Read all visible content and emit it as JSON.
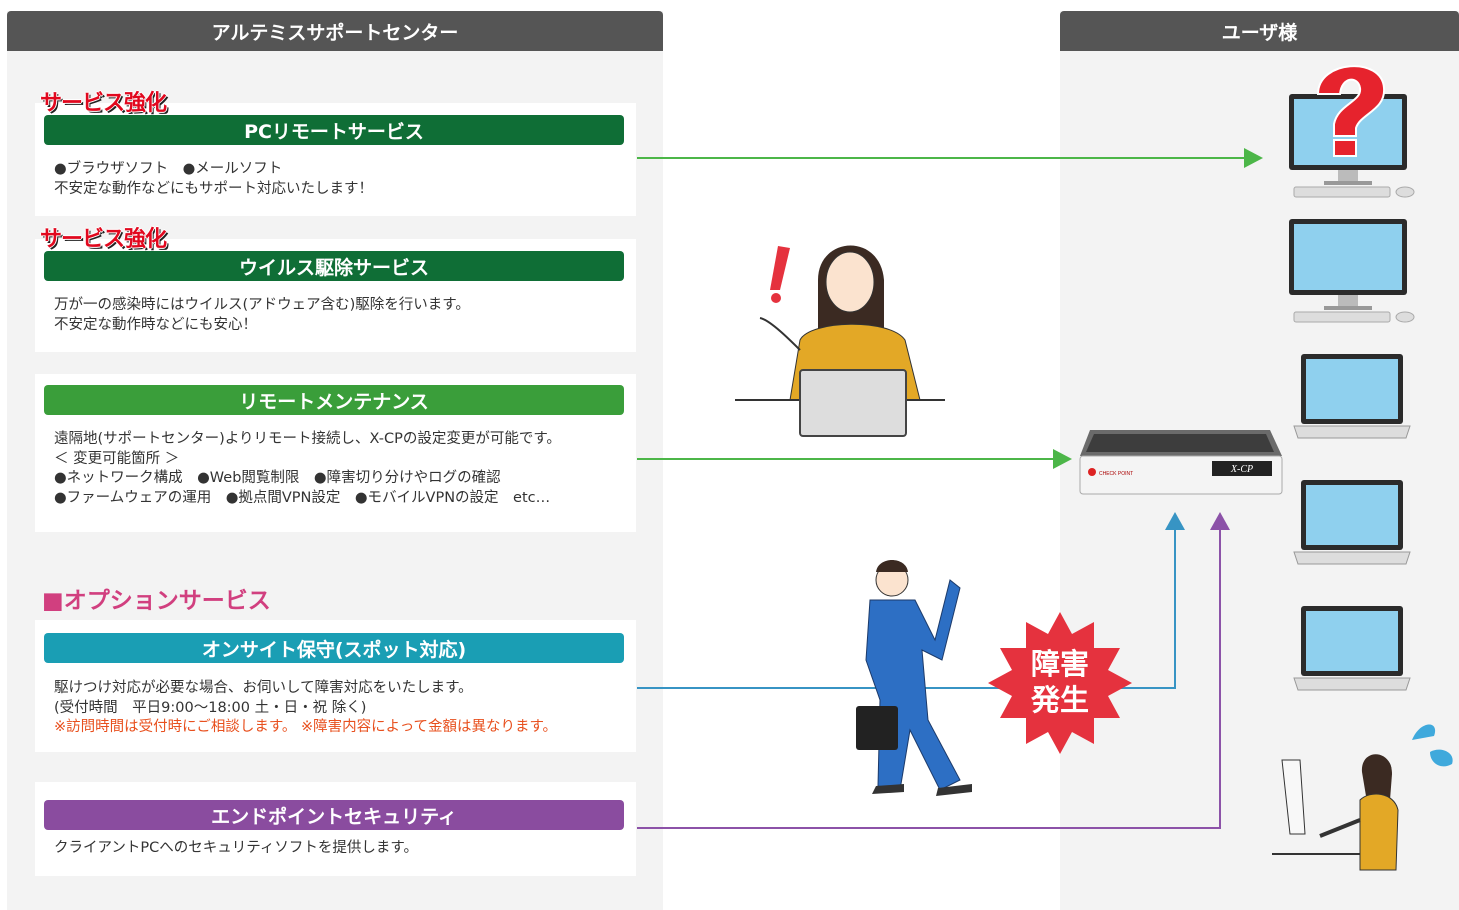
{
  "headers": {
    "left": "アルテミスサポートセンター",
    "right": "ユーザ様"
  },
  "tags": {
    "service1": "サービス強化",
    "service2": "サービス強化"
  },
  "option_heading": "■オプションサービス",
  "services": [
    {
      "title": "PCリモートサービス",
      "lines": [
        "●ブラウザソフト　●メールソフト",
        "不安定な動作などにもサポート対応いたします！"
      ]
    },
    {
      "title": "ウイルス駆除サービス",
      "lines": [
        "万が一の感染時にはウイルス(アドウェア含む)駆除を行います。",
        "不安定な動作時などにも安心！"
      ]
    },
    {
      "title": "リモートメンテナンス",
      "lines": [
        "遠隔地(サポートセンター)よりリモート接続し、X-CPの設定変更が可能です。",
        "＜ 変更可能箇所 ＞",
        "●ネットワーク構成　●Web閲覧制限　●障害切り分けやログの確認",
        "●ファームウェアの運用　●拠点間VPN設定　●モバイルVPNの設定　etc…"
      ]
    },
    {
      "title": "オンサイト保守(スポット対応)",
      "lines": [
        "駆けつけ対応が必要な場合、お伺いして障害対応をいたします。",
        "(受付時間　平日9:00〜18:00 土・日・祝 除く)"
      ],
      "note": "※訪問時間は受付時にご相談します。 ※障害内容によって金額は異なります。"
    },
    {
      "title": "エンドポイントセキュリティ",
      "lines": [
        "クライアントPCへのセキュリティソフトを提供します。"
      ]
    }
  ],
  "incident": {
    "line1": "障害",
    "line2": "発生"
  },
  "device": {
    "brand": "CHECK POINT",
    "model": "X-CP"
  },
  "colors": {
    "header": "#555555",
    "dark_green": "#0f6e36",
    "green": "#3a9e3a",
    "teal": "#1a9eb4",
    "purple": "#8a4c9f",
    "red_tag": "#e1081e",
    "option_pink": "#d13f7f",
    "burst_red": "#e5323e",
    "arrow_green": "#4cb648",
    "arrow_blue": "#3794c4",
    "arrow_purple": "#8c52a8"
  },
  "icons": [
    "question-mark-icon",
    "desktop-pc-icon",
    "laptop-icon",
    "operator-illustration",
    "technician-illustration",
    "worried-user-illustration",
    "firewall-appliance-icon",
    "burst-icon"
  ]
}
